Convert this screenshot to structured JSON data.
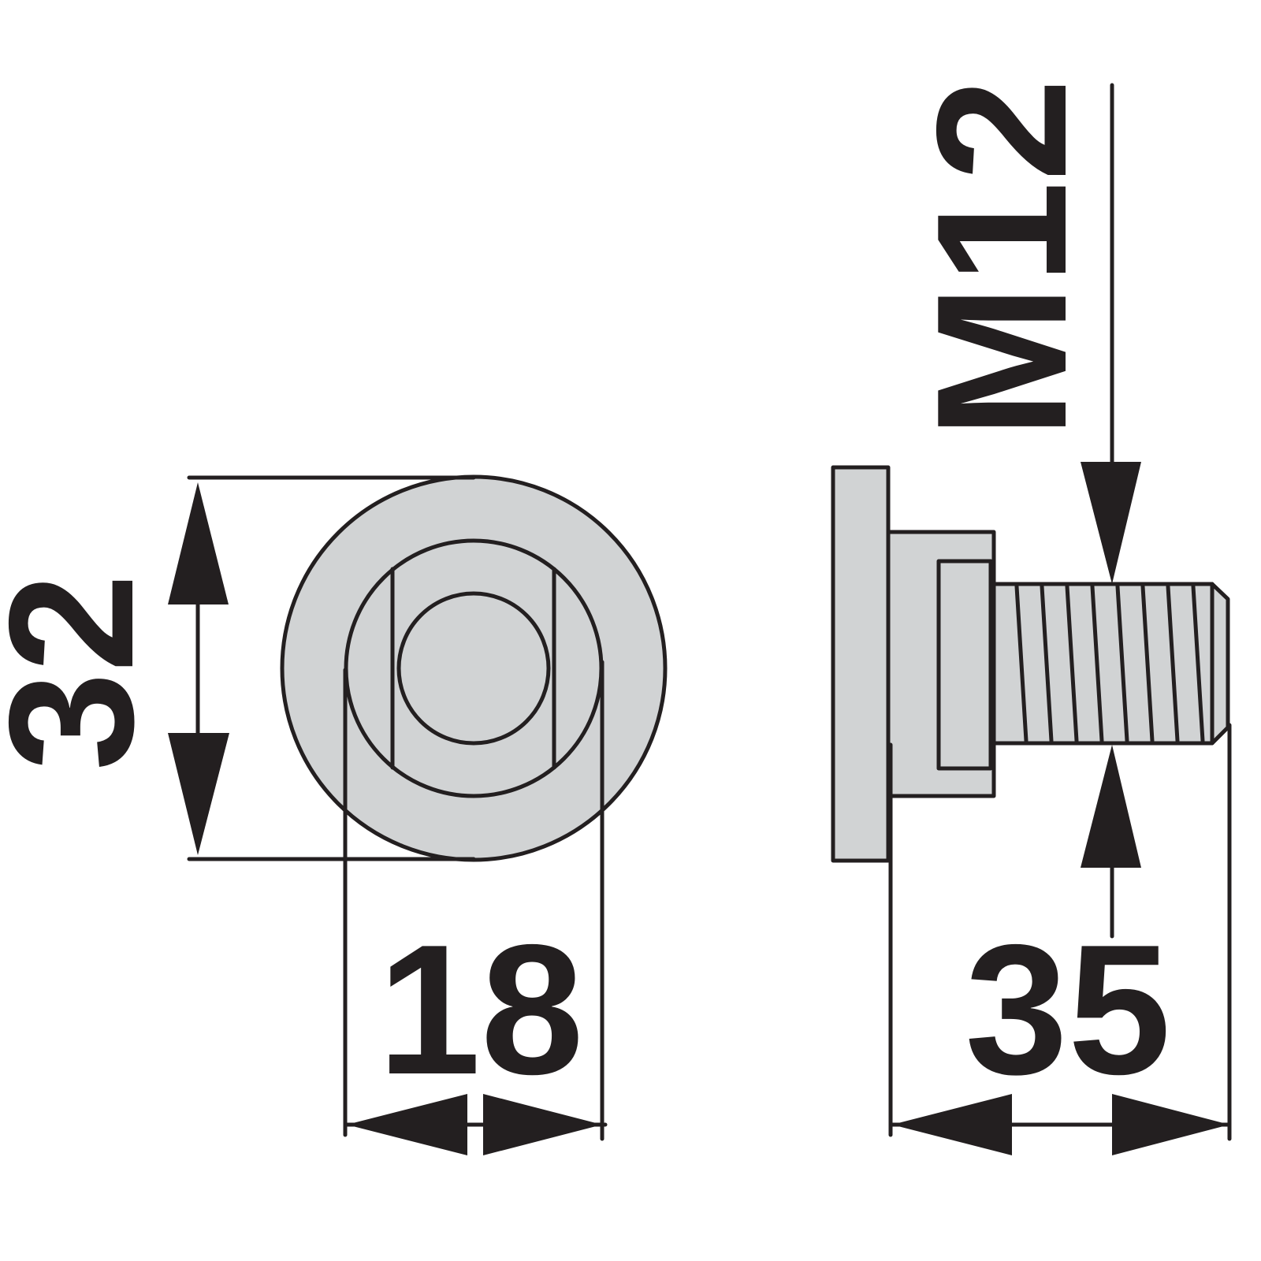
{
  "labels": {
    "outer_diameter": "32",
    "inner_width": "18",
    "length": "35",
    "thread": "M12"
  },
  "colors": {
    "line": "#231f20",
    "part_fill": "#d1d3d4"
  }
}
